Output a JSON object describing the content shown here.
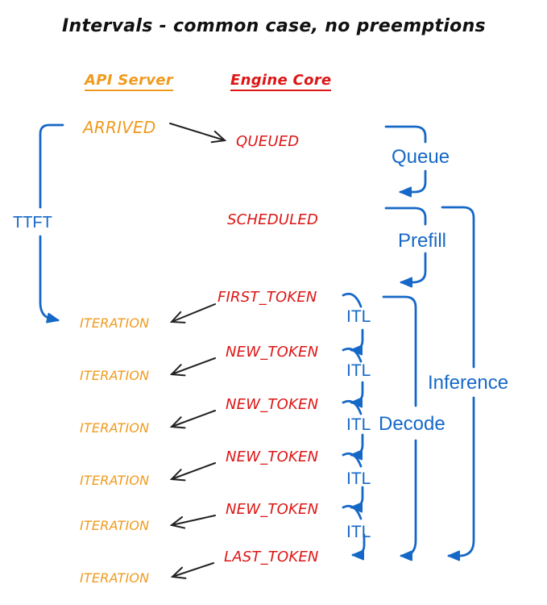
{
  "title": "Intervals - common case, no preemptions",
  "columns": {
    "api_server": "API Server",
    "engine_core": "Engine Core"
  },
  "api_server": {
    "arrived": "ARRIVED",
    "iterations": [
      "ITERATION",
      "ITERATION",
      "ITERATION",
      "ITERATION",
      "ITERATION",
      "ITERATION"
    ]
  },
  "engine_core": {
    "queued": "QUEUED",
    "scheduled": "SCHEDULED",
    "first_token": "FIRST_TOKEN",
    "new_tokens": [
      "NEW_TOKEN",
      "NEW_TOKEN",
      "NEW_TOKEN",
      "NEW_TOKEN"
    ],
    "last_token": "LAST_TOKEN"
  },
  "intervals": {
    "ttft": "TTFT",
    "queue": "Queue",
    "prefill": "Prefill",
    "decode": "Decode",
    "inference": "Inference",
    "itl": [
      "ITL",
      "ITL",
      "ITL",
      "ITL",
      "ITL"
    ]
  },
  "colors": {
    "api_server_orange": "#f09a1d",
    "engine_core_red": "#dd1515",
    "interval_blue": "#1668c7",
    "connector_black": "#222222",
    "title_black": "#111111",
    "background": "#ffffff"
  }
}
